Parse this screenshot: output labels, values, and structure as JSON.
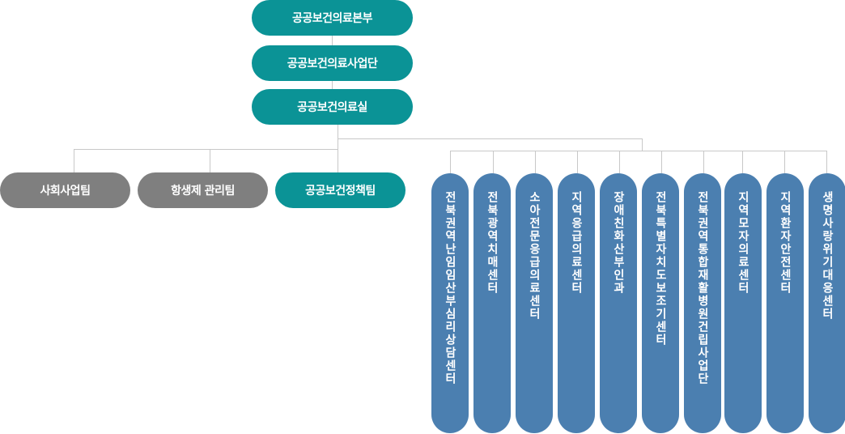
{
  "headquarters": "공공보건의료본부",
  "division": "공공보건의료사업단",
  "office": "공공보건의료실",
  "teams": [
    {
      "label": "사회사업팀",
      "color": "gray"
    },
    {
      "label": "항생제 관리팀",
      "color": "gray"
    },
    {
      "label": "공공보건정책팀",
      "color": "teal"
    }
  ],
  "centers": [
    "전북권역난임임산부심리상담센터",
    "전북광역치매센터",
    "소아전문응급의료센터",
    "지역응급의료센터",
    "장애친화산부인과",
    "전북특별자치도보조기센터",
    "전북권역통합재활병원건립사업단",
    "지역모자의료센터",
    "지역환자안전센터",
    "생명사랑위기대응센터"
  ],
  "colors": {
    "teal": "#0b9396",
    "gray": "#7f7f7f",
    "blue": "#4b7fb0",
    "line": "#c8c8c8"
  }
}
